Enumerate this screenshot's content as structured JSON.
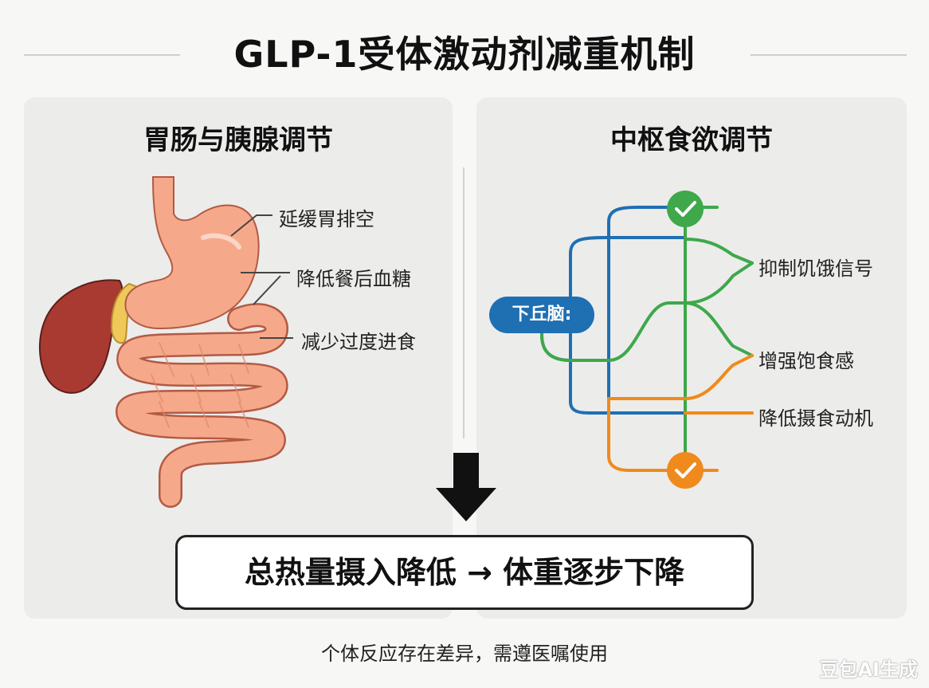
{
  "title": "GLP-1受体激动剂减重机制",
  "left_panel": {
    "title": "胃肠与胰腺调节",
    "annotations": [
      "延缓胃排空",
      "降低餐后血糖",
      "减少过度进食"
    ]
  },
  "right_panel": {
    "title": "中枢食欲调节",
    "hub_label": "下丘脑:",
    "outputs": [
      "抑制饥饿信号",
      "增强饱食感",
      "降低摄食动机"
    ]
  },
  "result": "总热量摄入降低 → 体重逐步下降",
  "footnote": "个体反应存在差异，需遵医嘱使用",
  "watermark": "豆包AI生成",
  "colors": {
    "blue": "#1f6fb3",
    "green": "#3ea84a",
    "orange": "#f08a1c",
    "stomach": "#f6a98a",
    "liver": "#a83a32",
    "pancreas": "#f0c85a"
  }
}
